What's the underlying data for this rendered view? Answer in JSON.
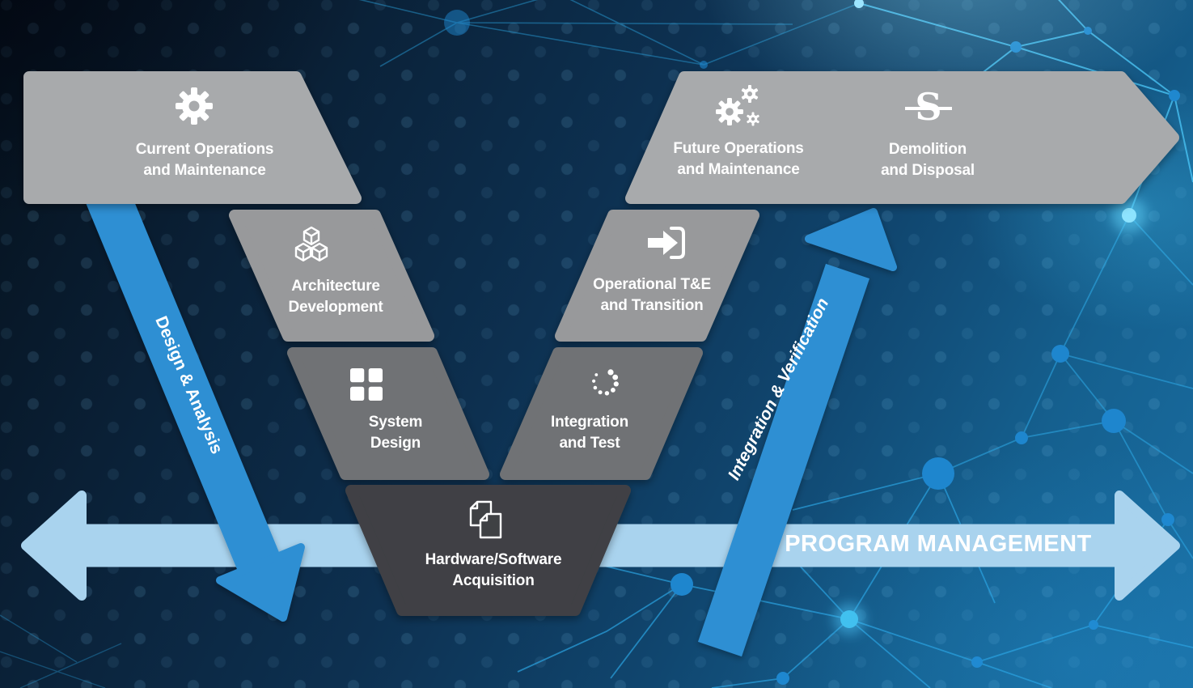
{
  "boxes": [
    {
      "id": "current-operations",
      "line1": "Current Operations",
      "line2": "and Maintenance",
      "icon": "gear-icon",
      "color": "#A8AAAC"
    },
    {
      "id": "architecture-development",
      "line1": "Architecture",
      "line2": "Development",
      "icon": "cubes-icon",
      "color": "#98999B"
    },
    {
      "id": "system-design",
      "line1": "System",
      "line2": "Design",
      "icon": "grid-icon",
      "color": "#707274"
    },
    {
      "id": "hardware-software-acquisition",
      "line1": "Hardware/Software",
      "line2": "Acquisition",
      "icon": "copy-pages-icon",
      "color": "#3F4144"
    },
    {
      "id": "integration-and-test",
      "line1": "Integration",
      "line2": "and Test",
      "icon": "spinner-dots-icon",
      "color": "#707274"
    },
    {
      "id": "operational-te-transition",
      "line1": "Operational T&E",
      "line2": "and Transition",
      "icon": "sign-in-arrow-icon",
      "color": "#98999B"
    },
    {
      "id": "future-operations",
      "line1": "Future Operations",
      "line2": "and Maintenance",
      "icon": "gears-icon",
      "color": "#A8AAAC"
    },
    {
      "id": "demolition-disposal",
      "line1": "Demolition",
      "line2": "and Disposal",
      "icon": "strikethrough-s-icon",
      "color": "#A8AAAC"
    }
  ],
  "arrows": {
    "design": {
      "label": "Design & Analysis",
      "color": "#2F8FD3"
    },
    "verification": {
      "label": "Integration & Verification",
      "color": "#2F8FD3"
    },
    "program": {
      "label": "PROGRAM MANAGEMENT",
      "color": "#A9D3EE"
    }
  },
  "background": {
    "base_dark": "#05101B",
    "base_light": "#1A6FA4",
    "plexus_line": "#2BA3E0",
    "node": "#1E86CE"
  }
}
